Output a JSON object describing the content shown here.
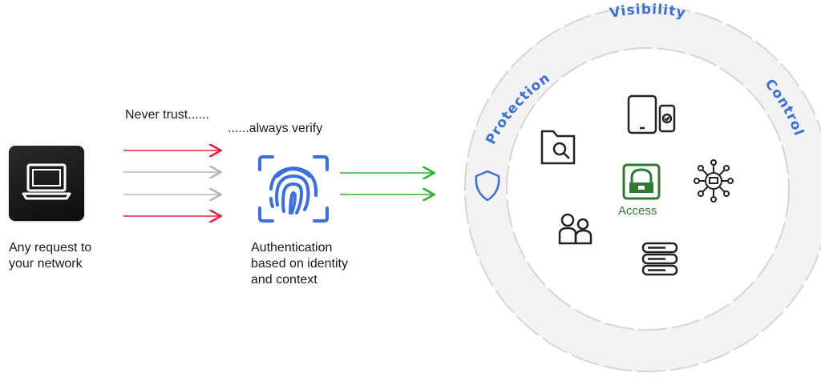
{
  "left": {
    "request_label_line1": "Any request to",
    "request_label_line2": "your network"
  },
  "messages": {
    "never_trust": "Never trust......",
    "always_verify": "......always verify"
  },
  "auth": {
    "label_line1": "Authentication",
    "label_line2": "based on identity",
    "label_line3": "and context"
  },
  "rings": {
    "visibility": "Visibility",
    "protection": "Protection",
    "control": "Control"
  },
  "center": {
    "access_label": "Access"
  },
  "colors": {
    "red_arrow": "#e8203a",
    "gray_arrow": "#b5b5b5",
    "green_arrow": "#2db52d",
    "blue_accent": "#3b6fe0",
    "access_green": "#2f7a2f",
    "outer_ring_fill": "#f3f3f3"
  },
  "icons": {
    "device": "laptop-icon",
    "auth": "fingerprint-icon",
    "protection": "shield-icon",
    "folder_search": "folder-search-icon",
    "devices": "tablet-phone-icon",
    "users": "users-icon",
    "network": "network-hub-icon",
    "servers": "server-stack-icon",
    "access": "lock-icon"
  }
}
